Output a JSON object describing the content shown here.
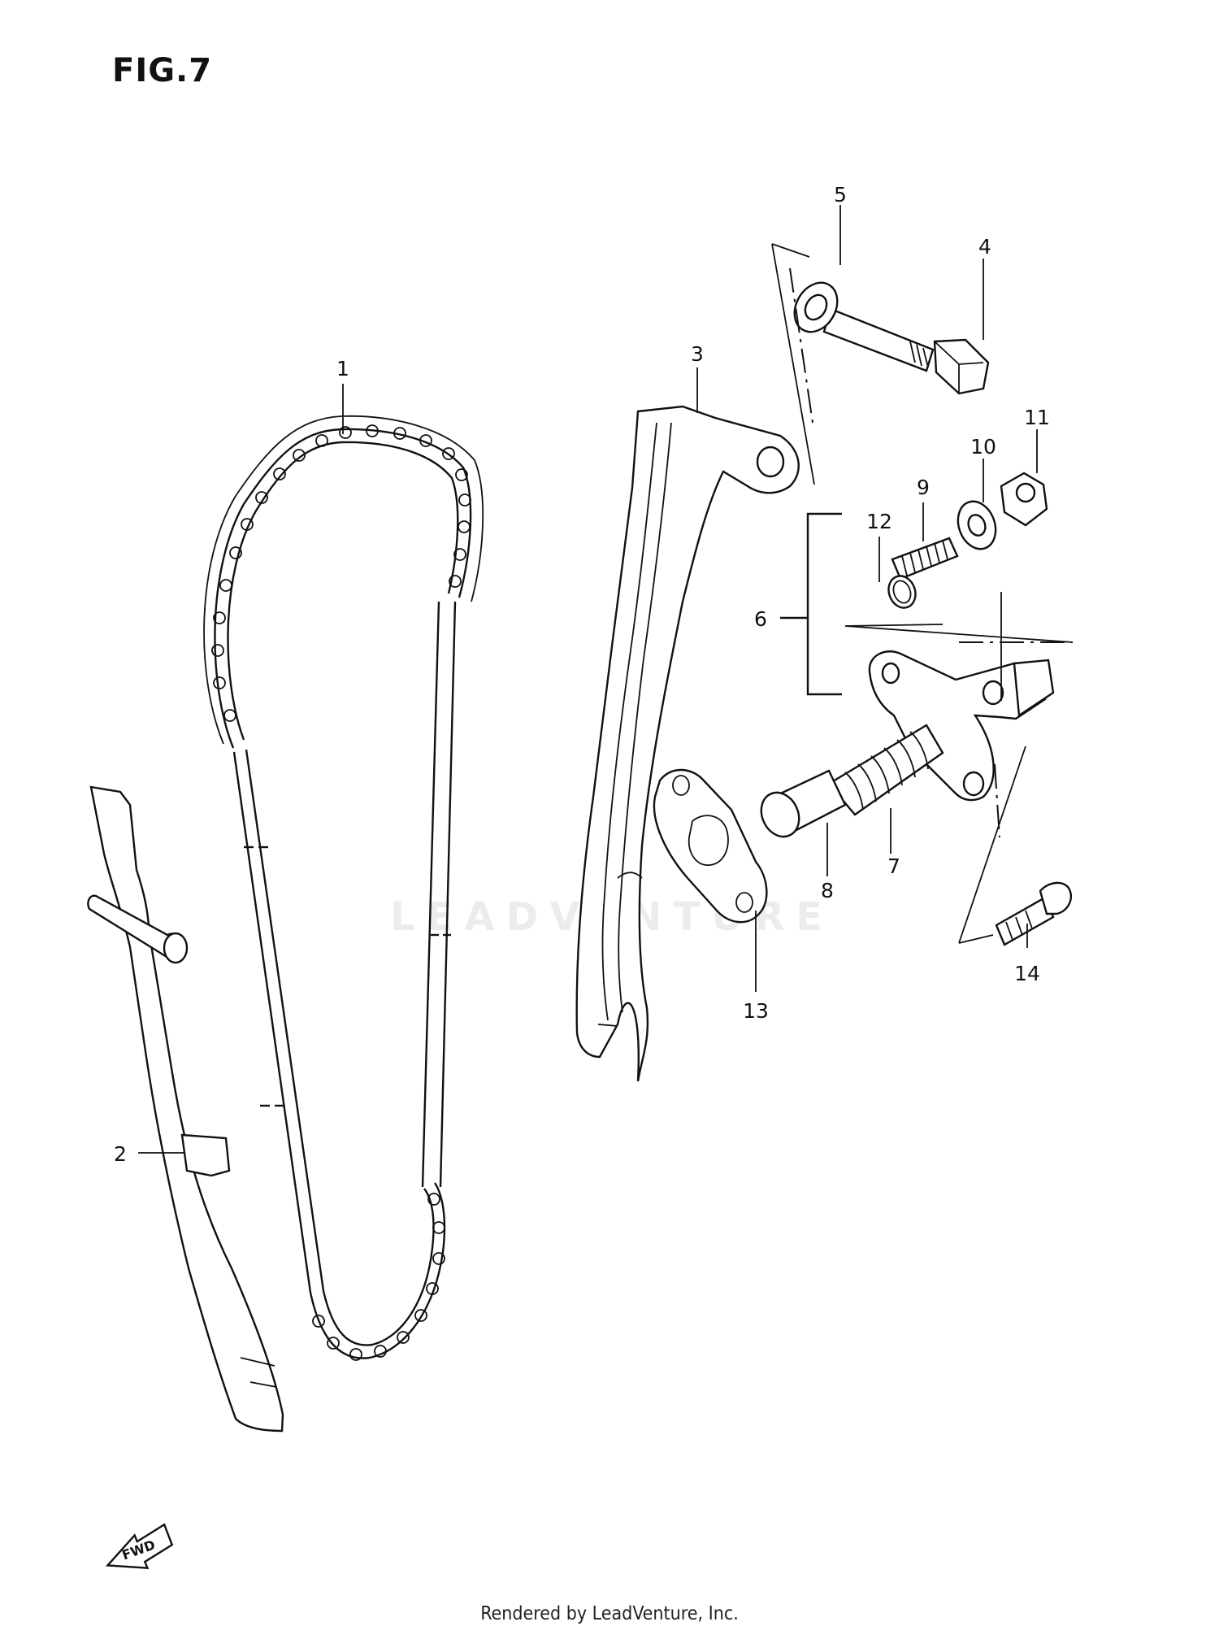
{
  "figure": {
    "title": "FIG.7",
    "footer": "Rendered by LeadVenture, Inc.",
    "watermark": "LEADVENTURE",
    "fwd_label": "FWD"
  },
  "callouts": [
    {
      "id": "1",
      "part": "cam-chain"
    },
    {
      "id": "2",
      "part": "chain-guide"
    },
    {
      "id": "3",
      "part": "tensioner-arm"
    },
    {
      "id": "4",
      "part": "bolt"
    },
    {
      "id": "5",
      "part": "washer"
    },
    {
      "id": "6",
      "part": "tensioner-adjuster-assy"
    },
    {
      "id": "7",
      "part": "adjuster-body-spring"
    },
    {
      "id": "8",
      "part": "pushrod"
    },
    {
      "id": "9",
      "part": "stud"
    },
    {
      "id": "10",
      "part": "washer"
    },
    {
      "id": "11",
      "part": "nut"
    },
    {
      "id": "12",
      "part": "o-ring"
    },
    {
      "id": "13",
      "part": "gasket"
    },
    {
      "id": "14",
      "part": "bolt"
    }
  ]
}
